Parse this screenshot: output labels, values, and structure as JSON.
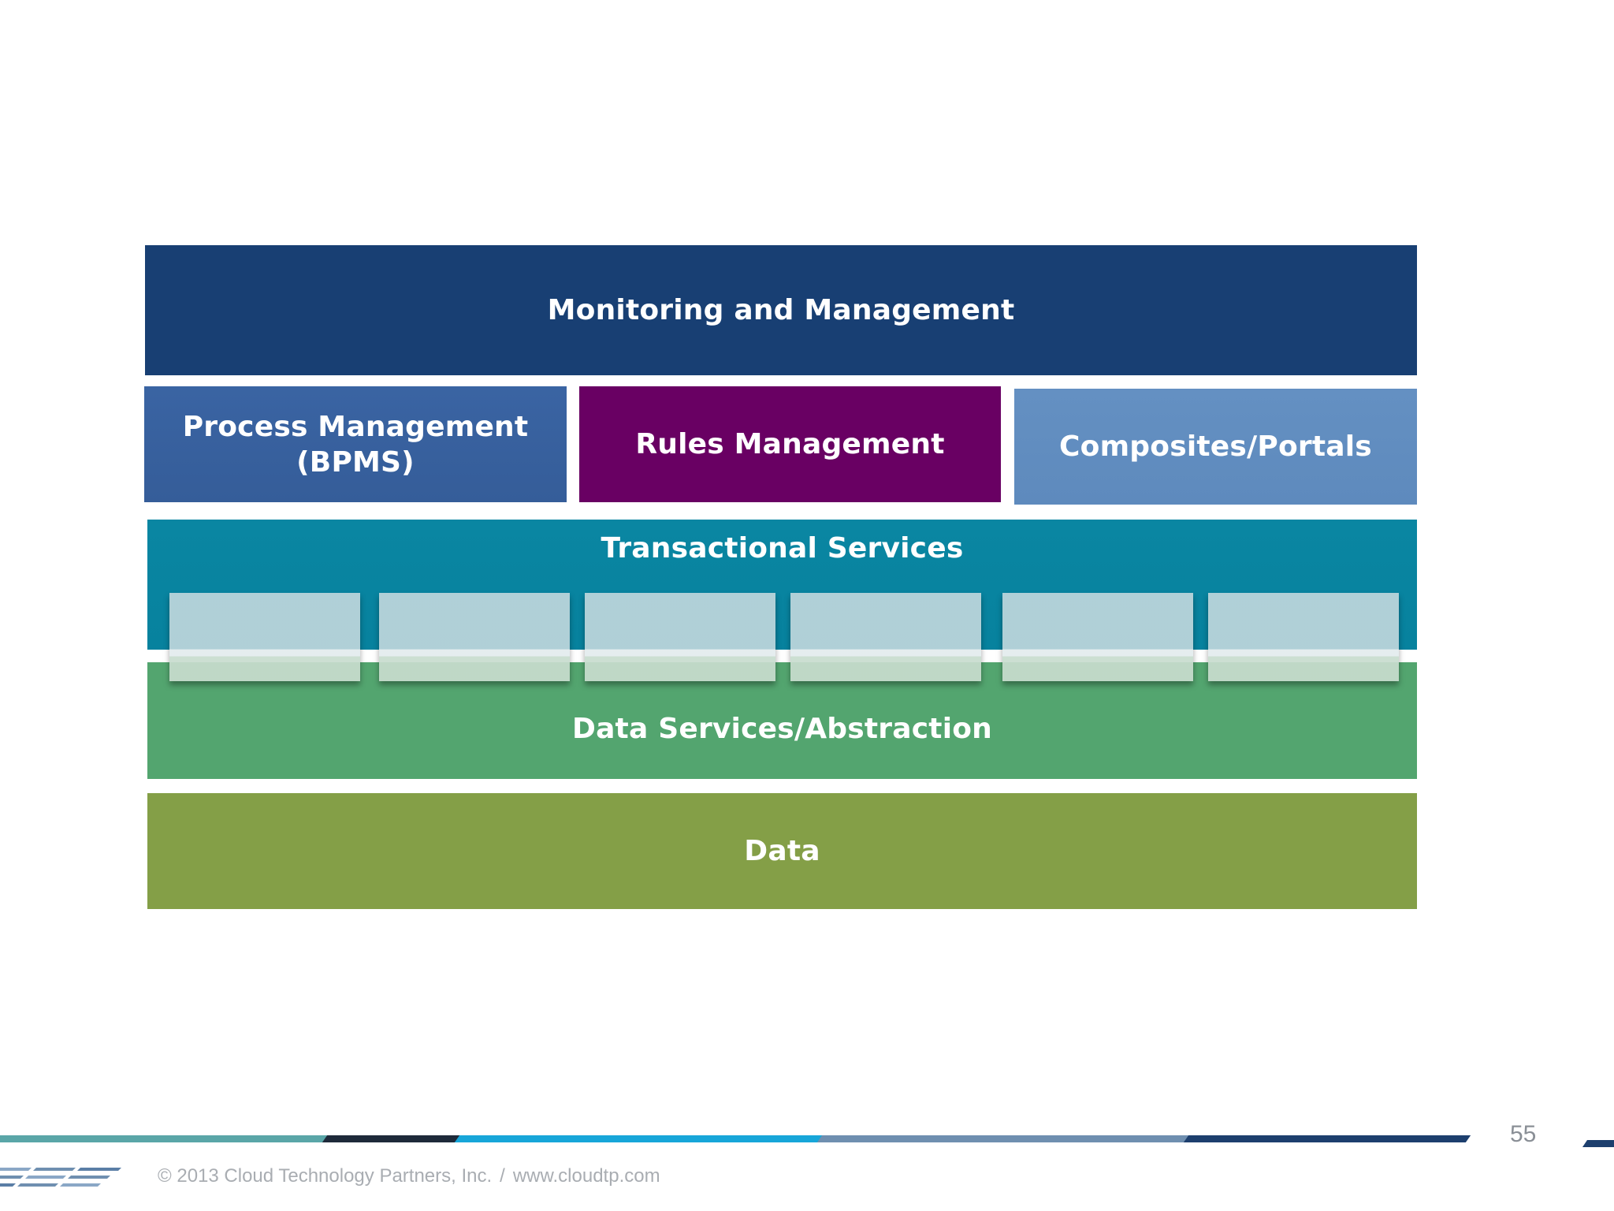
{
  "diagram": {
    "monitoring": "Monitoring and Management",
    "process_line1": "Process Management",
    "process_line2": "(BPMS)",
    "rules": "Rules Management",
    "composites": "Composites/Portals",
    "transactional": "Transactional Services",
    "data_services": "Data Services/Abstraction",
    "data": "Data",
    "service_tile_count": 6
  },
  "colors": {
    "monitoring": "#183f73",
    "process": "#3a64a3",
    "rules": "#690063",
    "composites": "#6490c2",
    "transactional": "#0a86a2",
    "data_services": "#53a56f",
    "data": "#849f47",
    "footer_bar": [
      "#5aa6a8",
      "#1e2a3a",
      "#17a6d9",
      "#6f8fb0",
      "#1d3f6e"
    ]
  },
  "footer": {
    "copyright": "© 2013 Cloud Technology Partners, Inc.",
    "separator": "/",
    "website": "www.cloudtp.com",
    "page_number": "55"
  }
}
